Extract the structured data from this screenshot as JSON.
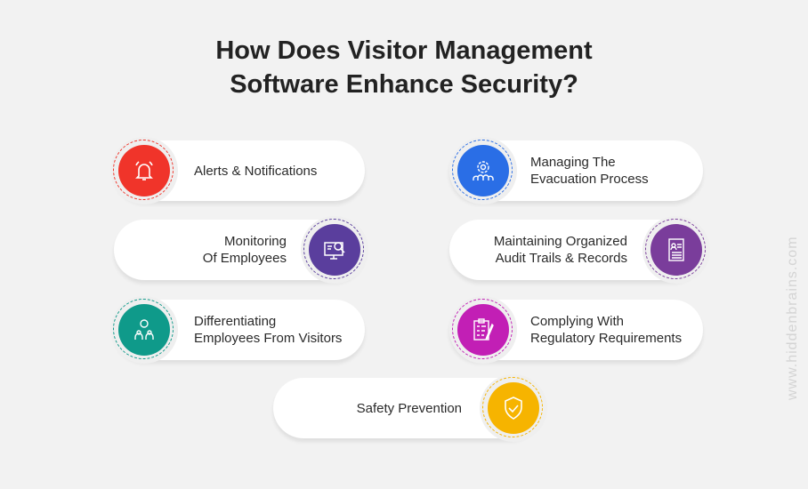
{
  "title": [
    "How Does Visitor Management",
    "Software Enhance Security?"
  ],
  "items": [
    {
      "label": [
        "Alerts & Notifications"
      ],
      "icon": "bell-icon",
      "color": "#f0342a"
    },
    {
      "label": [
        "Monitoring",
        "Of Employees"
      ],
      "icon": "monitor-search-icon",
      "color": "#5a3e9d"
    },
    {
      "label": [
        "Differentiating",
        "Employees From Visitors"
      ],
      "icon": "people-badge-icon",
      "color": "#0f9a8a"
    },
    {
      "label": [
        "Managing The",
        "Evacuation Process"
      ],
      "icon": "gear-team-icon",
      "color": "#2a6ee6"
    },
    {
      "label": [
        "Maintaining Organized",
        "Audit Trails & Records"
      ],
      "icon": "record-document-icon",
      "color": "#7a3d9b"
    },
    {
      "label": [
        "Complying With",
        "Regulatory Requirements"
      ],
      "icon": "clipboard-checklist-icon",
      "color": "#c21fb5"
    },
    {
      "label": [
        "Safety Prevention"
      ],
      "icon": "shield-check-icon",
      "color": "#f6b400"
    }
  ],
  "watermark": "www.hiddenbrains.com"
}
